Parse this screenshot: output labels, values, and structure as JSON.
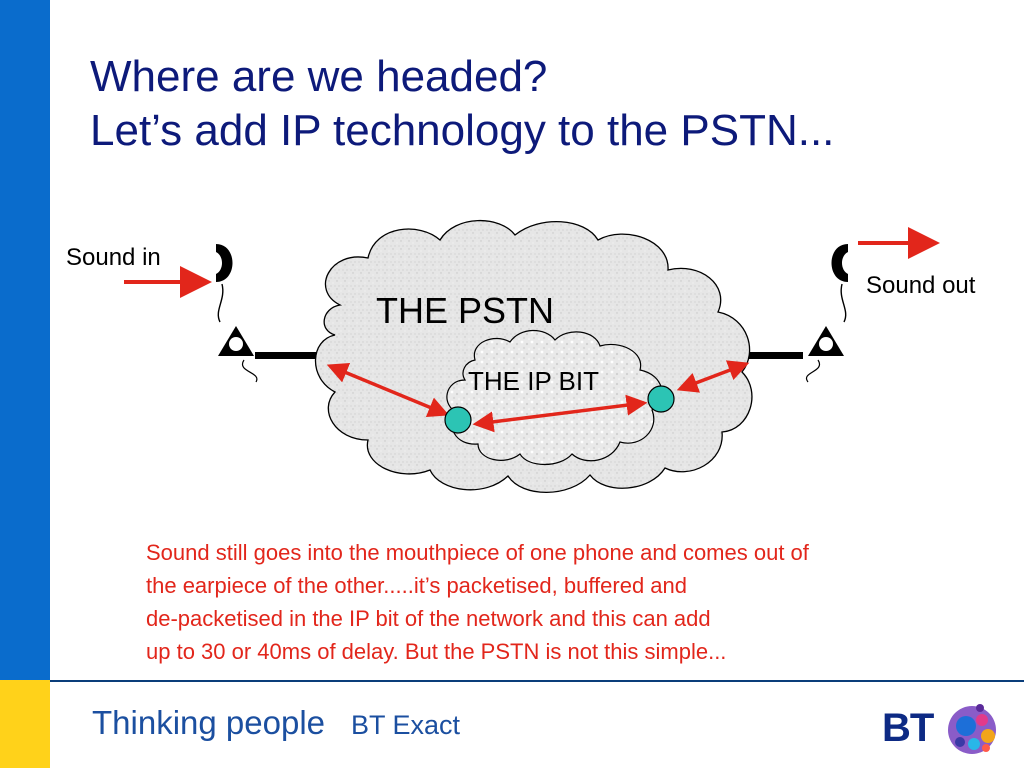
{
  "slide": {
    "title_line1": "Where are we headed?",
    "title_line2": "Let’s add IP technology to the PSTN...",
    "colors": {
      "sidebar": "#0a6ccc",
      "sidebar_accent": "#ffd21a",
      "title": "#0d1a7a",
      "body": "#e2261b",
      "arrow": "#e2261b",
      "node": "#2cc4b4"
    }
  },
  "diagram": {
    "sound_in": "Sound in",
    "sound_out": "Sound out",
    "outer_cloud_label": "THE PSTN",
    "inner_cloud_label": "THE IP BIT",
    "icons": [
      "telephone-handset-icon",
      "telephone-handset-icon",
      "cloud",
      "cloud"
    ]
  },
  "body": {
    "line1": "Sound still goes into the mouthpiece of one phone and comes out of",
    "line2": "the earpiece of the other.....it’s packetised, buffered and",
    "line3": "de-packetised in the IP bit of the network and this can add",
    "line4": "up to 30 or 40ms of delay. But the PSTN is not this simple..."
  },
  "footer": {
    "tagline": "Thinking people",
    "division": "BT Exact",
    "logo_text": "BT"
  }
}
